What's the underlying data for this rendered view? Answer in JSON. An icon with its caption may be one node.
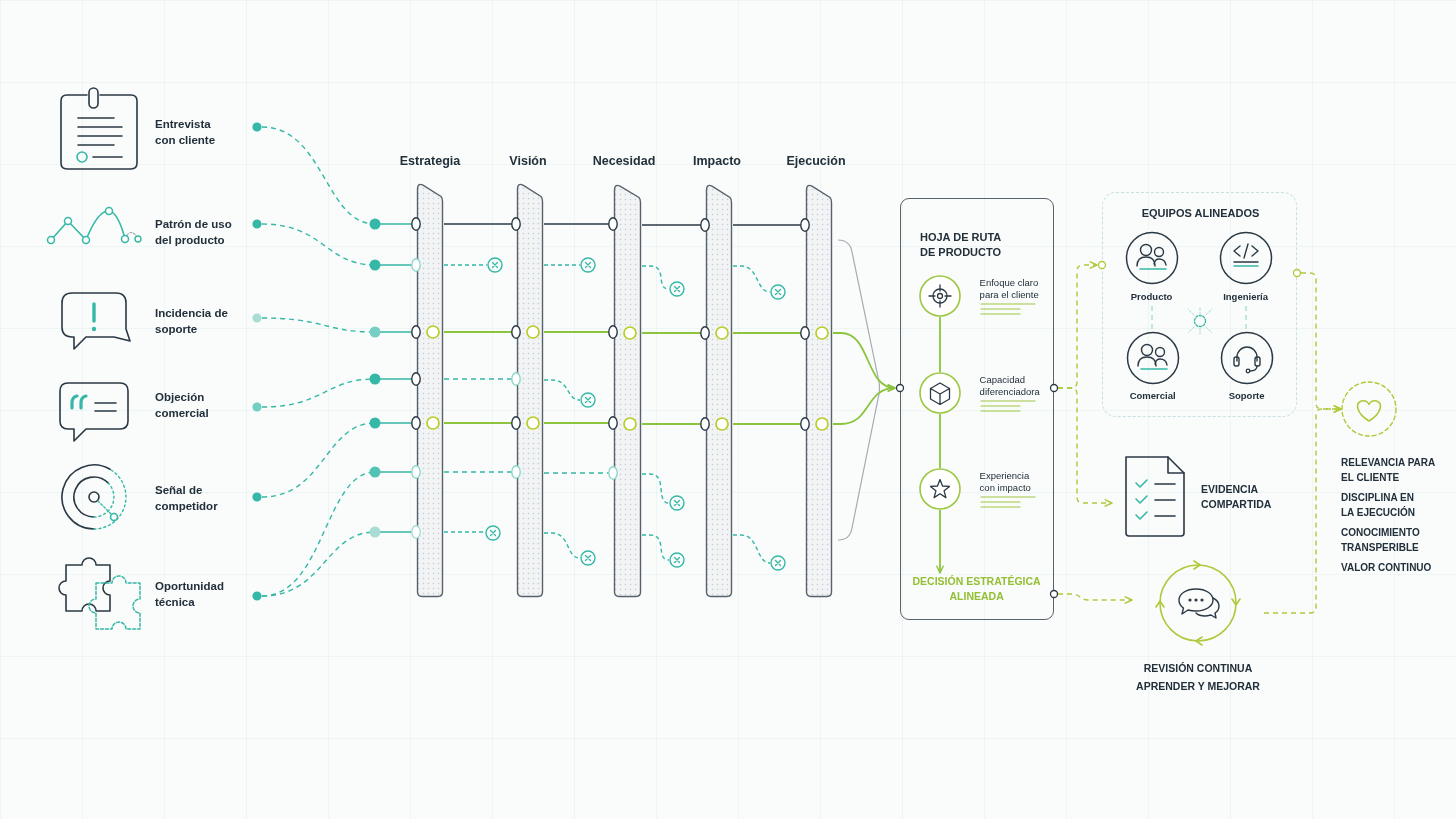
{
  "diagram": {
    "nodes": [
      {
        "text": [
          "Entrevista con cliente"
        ]
      },
      {
        "text": [
          "Patrón de uso del producto"
        ]
      },
      {
        "text": [
          "Incidencia de soporte"
        ]
      },
      {
        "text": [
          "Objeción comercial"
        ]
      },
      {
        "text": [
          "Señal de competidor"
        ]
      },
      {
        "text": [
          "Oportunidad técnica"
        ]
      },
      {
        "text": [
          "Estrategia"
        ]
      },
      {
        "text": [
          "Visión"
        ]
      },
      {
        "text": [
          "Necesidad"
        ]
      },
      {
        "text": [
          "Impacto"
        ]
      },
      {
        "text": [
          "Ejecución"
        ]
      },
      {
        "text": [],
        "shape": "circle"
      },
      {
        "text": [],
        "shape": "circle"
      },
      {
        "text": [],
        "shape": "circle"
      },
      {
        "text": [],
        "shape": "circle"
      },
      {
        "text": [],
        "shape": "circle"
      },
      {
        "text": [],
        "shape": "circle"
      },
      {
        "text": [],
        "shape": "circle"
      },
      {
        "text": [],
        "shape": "circle"
      },
      {
        "text": [],
        "shape": "circle"
      },
      {
        "text": [],
        "shape": "circle"
      },
      {
        "text": [
          "HOJA DE RUTA DE PRODUCTO"
        ]
      },
      {
        "text": [
          "Enfoque claro para el cliente"
        ],
        "in": 21
      },
      {
        "text": [
          "Capacidad diferenciadora"
        ],
        "in": 21
      },
      {
        "text": [
          "Experiencia con impacto"
        ],
        "in": 21
      },
      {
        "text": [
          "DECISIÓN ESTRATÉGICA ALINEADA"
        ],
        "in": 21
      },
      {
        "text": [
          "EQUIPOS ALINEADOS"
        ]
      },
      {
        "text": [
          "Producto"
        ],
        "in": 26
      },
      {
        "text": [
          "Ingeniería"
        ],
        "in": 26
      },
      {
        "text": [
          "Comercial"
        ],
        "in": 26
      },
      {
        "text": [
          "Soporte"
        ],
        "in": 26
      },
      {
        "text": [
          "EVIDENCIA COMPARTIDA"
        ]
      },
      {
        "text": [
          "REVISIÓN CONTINUA APRENDER Y MEJORAR"
        ]
      },
      {
        "text": [],
        "shape": "circle",
        "beside": [
          "RELEVANCIA PARA EL CLIENTE",
          "DISCIPLINA EN LA EJECUCIÓN",
          "CONOCIMIENTO TRANSPERIBLE",
          "VALOR CONTINUO"
        ]
      }
    ],
    "edges": [
      {
        "from": 0,
        "to": 6,
        "arrow": "other",
        "style": "dashed"
      },
      {
        "from": 1,
        "to": 6,
        "arrow": "other",
        "style": "dashed"
      },
      {
        "from": 2,
        "to": 6,
        "arrow": "other",
        "style": "dashed"
      },
      {
        "from": 3,
        "to": 6,
        "arrow": "other",
        "style": "dashed"
      },
      {
        "from": 4,
        "to": 6,
        "arrow": "other",
        "style": "dashed"
      },
      {
        "from": 5,
        "to": 6,
        "arrow": "other",
        "style": "dashed"
      },
      {
        "from": 5,
        "to": 6,
        "arrow": "other",
        "style": "dashed"
      },
      {
        "from": 6,
        "to": 7,
        "arrow": "other",
        "color": "#2b3944"
      },
      {
        "from": 7,
        "to": 8,
        "arrow": "other",
        "color": "#2b3944"
      },
      {
        "from": 8,
        "to": 9,
        "arrow": "other",
        "color": "#2b3944"
      },
      {
        "from": 9,
        "to": 10,
        "arrow": "other",
        "color": "#2b3944"
      },
      {
        "from": 6,
        "to": 11,
        "arrow": "none",
        "style": "dashed"
      },
      {
        "from": 7,
        "to": 13,
        "arrow": "none",
        "style": "dashed"
      },
      {
        "from": 8,
        "to": 16,
        "arrow": "none",
        "style": "dashed"
      },
      {
        "from": 9,
        "to": 19,
        "arrow": "none",
        "style": "dashed"
      },
      {
        "from": 6,
        "to": 7,
        "arrow": "other",
        "color": "#8cc43f"
      },
      {
        "from": 7,
        "to": 8,
        "arrow": "other",
        "color": "#8cc43f"
      },
      {
        "from": 8,
        "to": 9,
        "arrow": "other",
        "color": "#8cc43f"
      },
      {
        "from": 9,
        "to": 10,
        "arrow": "other",
        "color": "#8cc43f"
      },
      {
        "from": 6,
        "to": 7,
        "arrow": "other",
        "style": "dashed"
      },
      {
        "from": 7,
        "to": 14,
        "arrow": "none",
        "style": "dashed"
      },
      {
        "from": 6,
        "to": 7,
        "arrow": "other",
        "color": "#8cc43f"
      },
      {
        "from": 7,
        "to": 8,
        "arrow": "other",
        "color": "#8cc43f"
      },
      {
        "from": 8,
        "to": 9,
        "arrow": "other",
        "color": "#8cc43f"
      },
      {
        "from": 9,
        "to": 10,
        "arrow": "other",
        "color": "#8cc43f"
      },
      {
        "from": 6,
        "to": 7,
        "arrow": "other",
        "style": "dashed"
      },
      {
        "from": 7,
        "to": 8,
        "arrow": "other",
        "style": "dashed"
      },
      {
        "from": 8,
        "to": 17,
        "arrow": "none",
        "style": "dashed"
      },
      {
        "from": 6,
        "to": 12,
        "arrow": "none",
        "style": "dashed"
      },
      {
        "from": 7,
        "to": 15,
        "arrow": "none",
        "style": "dashed"
      },
      {
        "from": 8,
        "to": 18,
        "arrow": "none",
        "style": "dashed"
      },
      {
        "from": 9,
        "to": 20,
        "arrow": "none",
        "style": "dashed"
      },
      {
        "from": 10,
        "to": 21,
        "arrow": "to",
        "color": "#8cc43f"
      },
      {
        "from": 10,
        "to": 21,
        "arrow": "to",
        "color": "#8cc43f"
      },
      {
        "from": 22,
        "to": 23,
        "arrow": "none",
        "color": "#8cc43f"
      },
      {
        "from": 23,
        "to": 24,
        "arrow": "none",
        "color": "#8cc43f"
      },
      {
        "from": 24,
        "to": 25,
        "arrow": "to",
        "color": "#8cc43f"
      },
      {
        "from": 21,
        "to": 26,
        "arrow": "to",
        "style": "dashed",
        "color": "#aec93a"
      },
      {
        "from": 21,
        "to": 31,
        "arrow": "to",
        "style": "dashed",
        "color": "#aec93a"
      },
      {
        "from": 21,
        "to": 32,
        "arrow": "to",
        "style": "dashed",
        "color": "#aec93a"
      },
      {
        "from": 27,
        "to": 29,
        "arrow": "none",
        "style": "dashed",
        "color": "#a8ddd5"
      },
      {
        "from": 28,
        "to": 30,
        "arrow": "none",
        "style": "dashed",
        "color": "#a8ddd5"
      },
      {
        "from": 26,
        "to": 33,
        "arrow": "to",
        "style": "dashed",
        "color": "#aec93a"
      },
      {
        "from": 32,
        "to": 33,
        "arrow": "to",
        "style": "dashed",
        "color": "#aec93a"
      }
    ]
  }
}
